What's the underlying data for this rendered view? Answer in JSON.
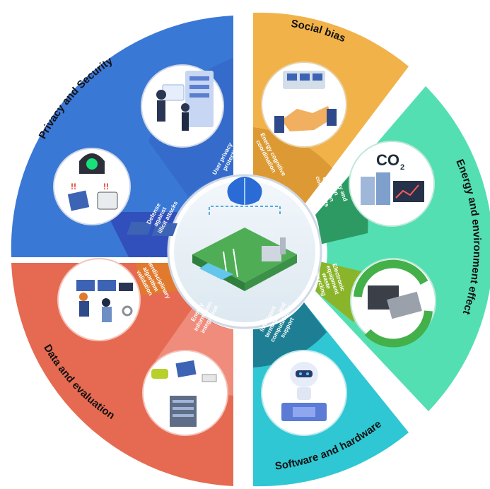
{
  "sectors": [
    {
      "id": "privacy",
      "title": "Privacy and Security",
      "color": "#3a78d6",
      "dark": "#2c3bb0"
    },
    {
      "id": "social",
      "title": "Social bias",
      "color": "#f2b24a",
      "dark": "#c9821e"
    },
    {
      "id": "energy",
      "title": "Energy and environment effect",
      "color": "#54dfb2",
      "dark": "#2f9e6a"
    },
    {
      "id": "software",
      "title": "Software and hardware",
      "color": "#2ec7d3",
      "dark": "#1a7f95"
    },
    {
      "id": "data",
      "title": "Data and evaluation",
      "color": "#e66a52",
      "dark": "#d6693a"
    }
  ],
  "sub_labels": {
    "user_privacy": [
      "User privacy",
      "protection"
    ],
    "defense": [
      "Defense",
      "against",
      "illicit attacks"
    ],
    "energy_cognitive": [
      "Energy cognitive",
      "coordination"
    ],
    "carbon": [
      "Energy and",
      "carbon",
      "emission",
      "constraints"
    ],
    "ewaste": [
      "Electronic",
      "equipment",
      "waste",
      "recycling"
    ],
    "terminals": [
      "Intelligent",
      "terminals and",
      "computational",
      "support"
    ],
    "energy_info": [
      "Energy",
      "information",
      "integration"
    ],
    "interdisciplinary": [
      "Interdisciplinary",
      "algorithm",
      "validation"
    ]
  },
  "icons": {
    "center": "smart-energy-plant-icon",
    "brain": "ai-brain-icon",
    "co2_text": "CO",
    "co2_sub": "2"
  }
}
